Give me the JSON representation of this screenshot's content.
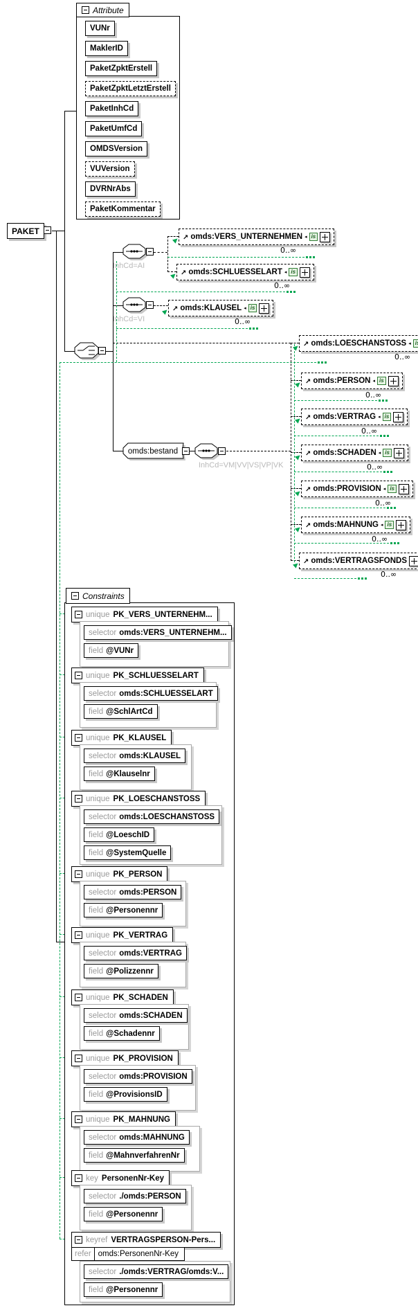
{
  "badge": {
    "is": "is"
  },
  "paket": {
    "label": "PAKET"
  },
  "attributes": {
    "header": "Attribute",
    "items": [
      {
        "label": "VUNr",
        "optional": false
      },
      {
        "label": "MaklerID",
        "optional": false
      },
      {
        "label": "PaketZpktErstell",
        "optional": false
      },
      {
        "label": "PaketZpktLetztErstell",
        "optional": true
      },
      {
        "label": "PaketInhCd",
        "optional": false
      },
      {
        "label": "PaketUmfCd",
        "optional": false
      },
      {
        "label": "OMDSVersion",
        "optional": false
      },
      {
        "label": "VUVersion",
        "optional": true
      },
      {
        "label": "DVRNrAbs",
        "optional": false
      },
      {
        "label": "PaketKommentar",
        "optional": true
      }
    ]
  },
  "connectors": {
    "seq_ai": "InhCd=AI",
    "seq_vi": "InhCd=VI",
    "bestand": "omds:bestand",
    "seq_bestand": "InhCd=VM|VV|VS|VP|VK"
  },
  "elements": {
    "vers_unternehmen": {
      "label": "omds:VERS_UNTERNEHMEN",
      "occurs": "0..∞"
    },
    "schluesselart": {
      "label": "omds:SCHLUESSELART",
      "occurs": "0..∞"
    },
    "klausel": {
      "label": "omds:KLAUSEL",
      "occurs": "0..∞"
    },
    "loeschanstoss": {
      "label": "omds:LOESCHANSTOSS",
      "occurs": "0..∞"
    },
    "person": {
      "label": "omds:PERSON",
      "occurs": "0..∞"
    },
    "vertrag": {
      "label": "omds:VERTRAG",
      "occurs": "0..∞"
    },
    "schaden": {
      "label": "omds:SCHADEN",
      "occurs": "0..∞"
    },
    "provision": {
      "label": "omds:PROVISION",
      "occurs": "0..∞"
    },
    "mahnung": {
      "label": "omds:MAHNUNG",
      "occurs": "0..∞"
    },
    "vertragsfonds": {
      "label": "omds:VERTRAGSFONDS",
      "occurs": "0..∞"
    }
  },
  "constraints": {
    "header": "Constraints",
    "groups": [
      {
        "keyword": "unique",
        "name": "PK_VERS_UNTERNEHM...",
        "rows": [
          {
            "keyword": "selector",
            "value": "omds:VERS_UNTERNEHM..."
          },
          {
            "keyword": "field",
            "value": "@VUNr"
          }
        ]
      },
      {
        "keyword": "unique",
        "name": "PK_SCHLUESSELART",
        "rows": [
          {
            "keyword": "selector",
            "value": "omds:SCHLUESSELART"
          },
          {
            "keyword": "field",
            "value": "@SchlArtCd"
          }
        ]
      },
      {
        "keyword": "unique",
        "name": "PK_KLAUSEL",
        "rows": [
          {
            "keyword": "selector",
            "value": "omds:KLAUSEL"
          },
          {
            "keyword": "field",
            "value": "@Klauselnr"
          }
        ]
      },
      {
        "keyword": "unique",
        "name": "PK_LOESCHANSTOSS",
        "rows": [
          {
            "keyword": "selector",
            "value": "omds:LOESCHANSTOSS"
          },
          {
            "keyword": "field",
            "value": "@LoeschID"
          },
          {
            "keyword": "field",
            "value": "@SystemQuelle"
          }
        ]
      },
      {
        "keyword": "unique",
        "name": "PK_PERSON",
        "rows": [
          {
            "keyword": "selector",
            "value": "omds:PERSON"
          },
          {
            "keyword": "field",
            "value": "@Personennr"
          }
        ]
      },
      {
        "keyword": "unique",
        "name": "PK_VERTRAG",
        "rows": [
          {
            "keyword": "selector",
            "value": "omds:VERTRAG"
          },
          {
            "keyword": "field",
            "value": "@Polizzennr"
          }
        ]
      },
      {
        "keyword": "unique",
        "name": "PK_SCHADEN",
        "rows": [
          {
            "keyword": "selector",
            "value": "omds:SCHADEN"
          },
          {
            "keyword": "field",
            "value": "@Schadennr"
          }
        ]
      },
      {
        "keyword": "unique",
        "name": "PK_PROVISION",
        "rows": [
          {
            "keyword": "selector",
            "value": "omds:PROVISION"
          },
          {
            "keyword": "field",
            "value": "@ProvisionsID"
          }
        ]
      },
      {
        "keyword": "unique",
        "name": "PK_MAHNUNG",
        "rows": [
          {
            "keyword": "selector",
            "value": "omds:MAHNUNG"
          },
          {
            "keyword": "field",
            "value": "@MahnverfahrenNr"
          }
        ]
      },
      {
        "keyword": "key",
        "name": "PersonenNr-Key",
        "rows": [
          {
            "keyword": "selector",
            "value": "./omds:PERSON"
          },
          {
            "keyword": "field",
            "value": "@Personennr"
          }
        ]
      },
      {
        "keyword": "keyref",
        "name": "VERTRAGSPERSON-Pers...",
        "refer": {
          "keyword": "refer",
          "value": "omds:PersonenNr-Key"
        },
        "rows": [
          {
            "keyword": "selector",
            "value": "./omds:VERTRAG/omds:V..."
          },
          {
            "keyword": "field",
            "value": "@Personennr"
          }
        ]
      }
    ]
  },
  "colors": {
    "accent_green": "#00A651",
    "shadow_grey": "#c8c8c8",
    "annotation_grey": "#b9b9b9",
    "keyword_grey": "#9a9a9a"
  }
}
